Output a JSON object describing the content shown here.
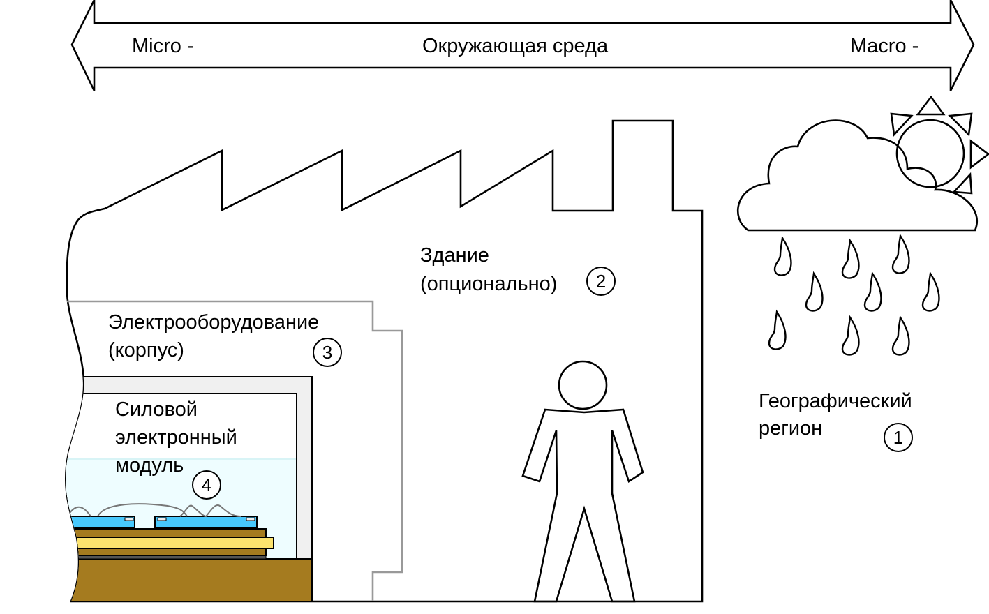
{
  "scale_arrow": {
    "left_label": "Micro -",
    "center_label": "Окружающая среда",
    "right_label": "Macro -"
  },
  "levels": [
    {
      "number": "1",
      "lines": [
        "Географический",
        "регион"
      ]
    },
    {
      "number": "2",
      "lines": [
        "Здание",
        "(опционально)"
      ]
    },
    {
      "number": "3",
      "lines": [
        "Электрооборудование",
        "(корпус)"
      ]
    },
    {
      "number": "4",
      "lines": [
        "Силовой",
        "электронный",
        "модуль"
      ]
    }
  ],
  "colors": {
    "chip": "#47c8fc",
    "copper": "#a57b1f",
    "ceramic": "#fce36e",
    "solder": "#555555",
    "encapsulant": "#eefdff",
    "module_frame": "#f0f0f0",
    "enclosure_outline": "#999999",
    "wire": "#777777"
  }
}
